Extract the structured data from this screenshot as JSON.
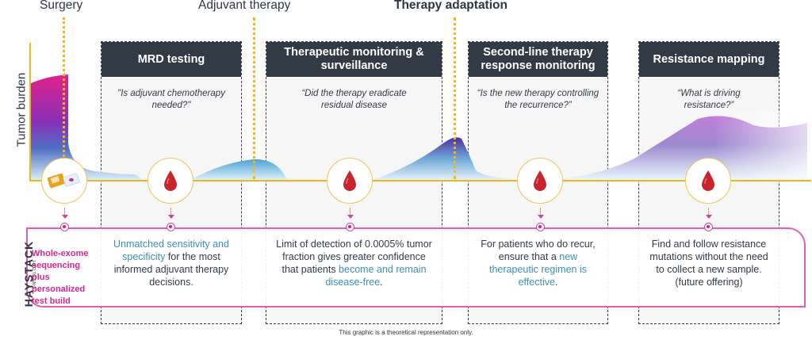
{
  "events": {
    "surgery": "Surgery",
    "adjuvant": "Adjuvant therapy",
    "adaptation": "Therapy adaptation"
  },
  "axis": {
    "ylabel": "Tumor burden"
  },
  "phases": [
    {
      "title": "MRD testing",
      "question": "\"Is adjuvant chemotherapy needed?\""
    },
    {
      "title": "Therapeutic monitoring & surveillance",
      "question": "“Did the therapy eradicate residual disease"
    },
    {
      "title": "Second-line therapy response monitoring",
      "question": "“Is the new therapy controlling the recurrence?”"
    },
    {
      "title": "Resistance mapping",
      "question": "“What is driving resistance?”"
    }
  ],
  "icons": [
    "test-kit-icon",
    "blood-drop-icon",
    "blood-drop-icon",
    "blood-drop-icon",
    "blood-drop-icon"
  ],
  "bottom": {
    "first": {
      "text": "Whole-exome sequencing plus personalized test build"
    },
    "mrd": {
      "highlight": "Unmatched sensitivity and specificity",
      "rest": " for the most informed adjuvant therapy decisions."
    },
    "monitoring": {
      "lead": "Limit of detection of 0.0005% tumor fraction gives greater confidence that patients ",
      "highlight": "become and remain disease-free",
      "tail": "."
    },
    "second_line": {
      "lead": "For patients who do recur, ensure that a ",
      "highlight": "new therapeutic regimen is effective",
      "tail": "."
    },
    "resistance": {
      "text": "Find and follow resistance mutations without the need to collect a new sample. (future offering)"
    }
  },
  "logo": {
    "name": "HAYSTACK",
    "sub": "ONCOLOGY"
  },
  "footer": "This graphic is a theoretical representation only.",
  "colors": {
    "accent_pink": "#d8268e",
    "highlight_blue": "#3e8fb5",
    "axis_gold": "#f5b51a",
    "header_dark": "#323a46"
  }
}
